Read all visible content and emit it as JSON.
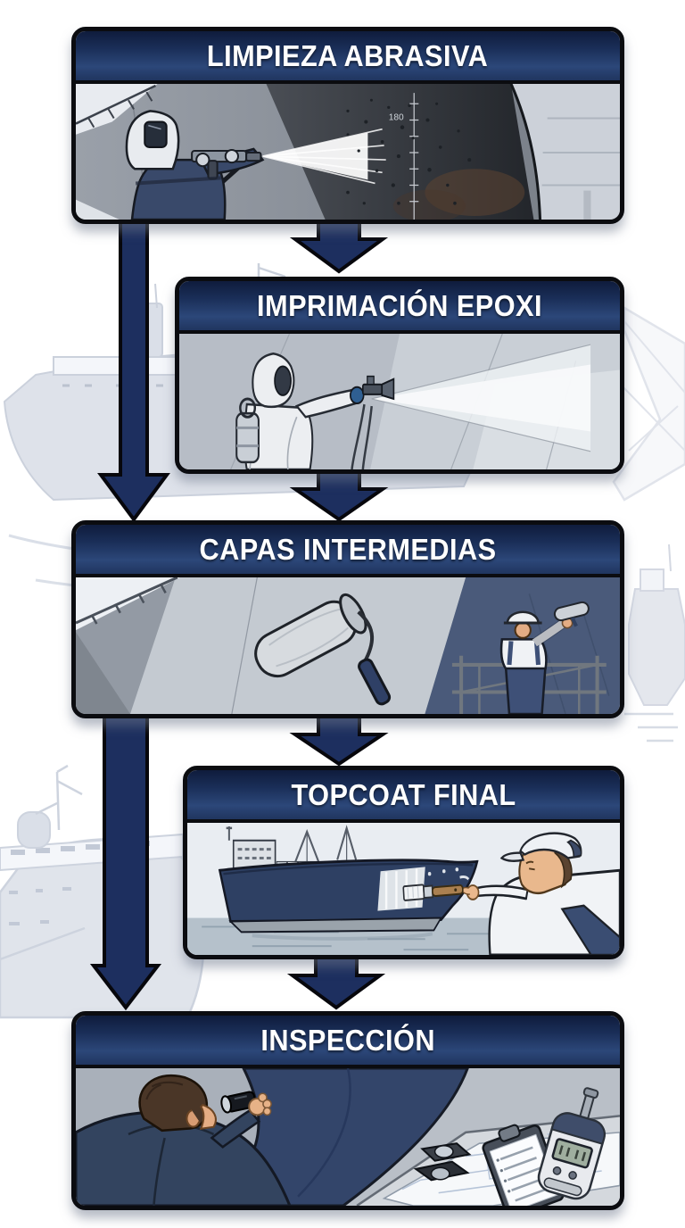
{
  "flowchart": {
    "title_implicit": "",
    "steps": [
      {
        "title": "LIMPIEZA ABRASIVA",
        "alt": "worker in protective hood abrasive-blasting a dirty dark ship hull",
        "draft_mark": "180"
      },
      {
        "title": "IMPRIMACIÓN EPOXI",
        "alt": "worker in white suit spraying epoxy primer on light gray hull"
      },
      {
        "title": "CAPAS INTERMEDIAS",
        "alt": "painters applying intermediate coats with rollers from scaffolding"
      },
      {
        "title": "TOPCOAT FINAL",
        "alt": "painter brushing final navy topcoat on cargo ship bow"
      },
      {
        "title": "INSPECCIÓN",
        "alt": "inspector checking coating with loupe, gauge and checklist"
      }
    ],
    "colors": {
      "header_top": "#0f1c3c",
      "header_mid": "#2c4779",
      "header_bottom": "#20355f",
      "arrow_fill": "#1d2f5f",
      "box_border": "#0b0c10",
      "background_ship_tint": "#c9d0dd"
    }
  }
}
